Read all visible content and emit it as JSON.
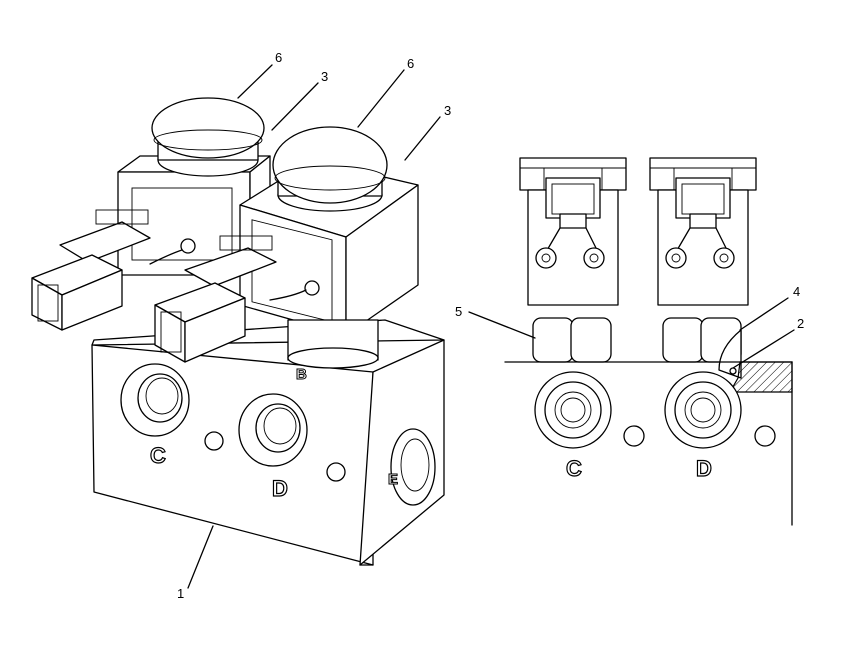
{
  "callouts": {
    "c1": "1",
    "c2": "2",
    "c3a": "3",
    "c3b": "3",
    "c4": "4",
    "c5": "5",
    "c6a": "6",
    "c6b": "6"
  },
  "ports": {
    "left_c": "C",
    "left_d": "D",
    "left_b": "B",
    "left_e": "E",
    "right_c": "C",
    "right_d": "D"
  },
  "colors": {
    "line": "#000000",
    "background": "#ffffff"
  }
}
